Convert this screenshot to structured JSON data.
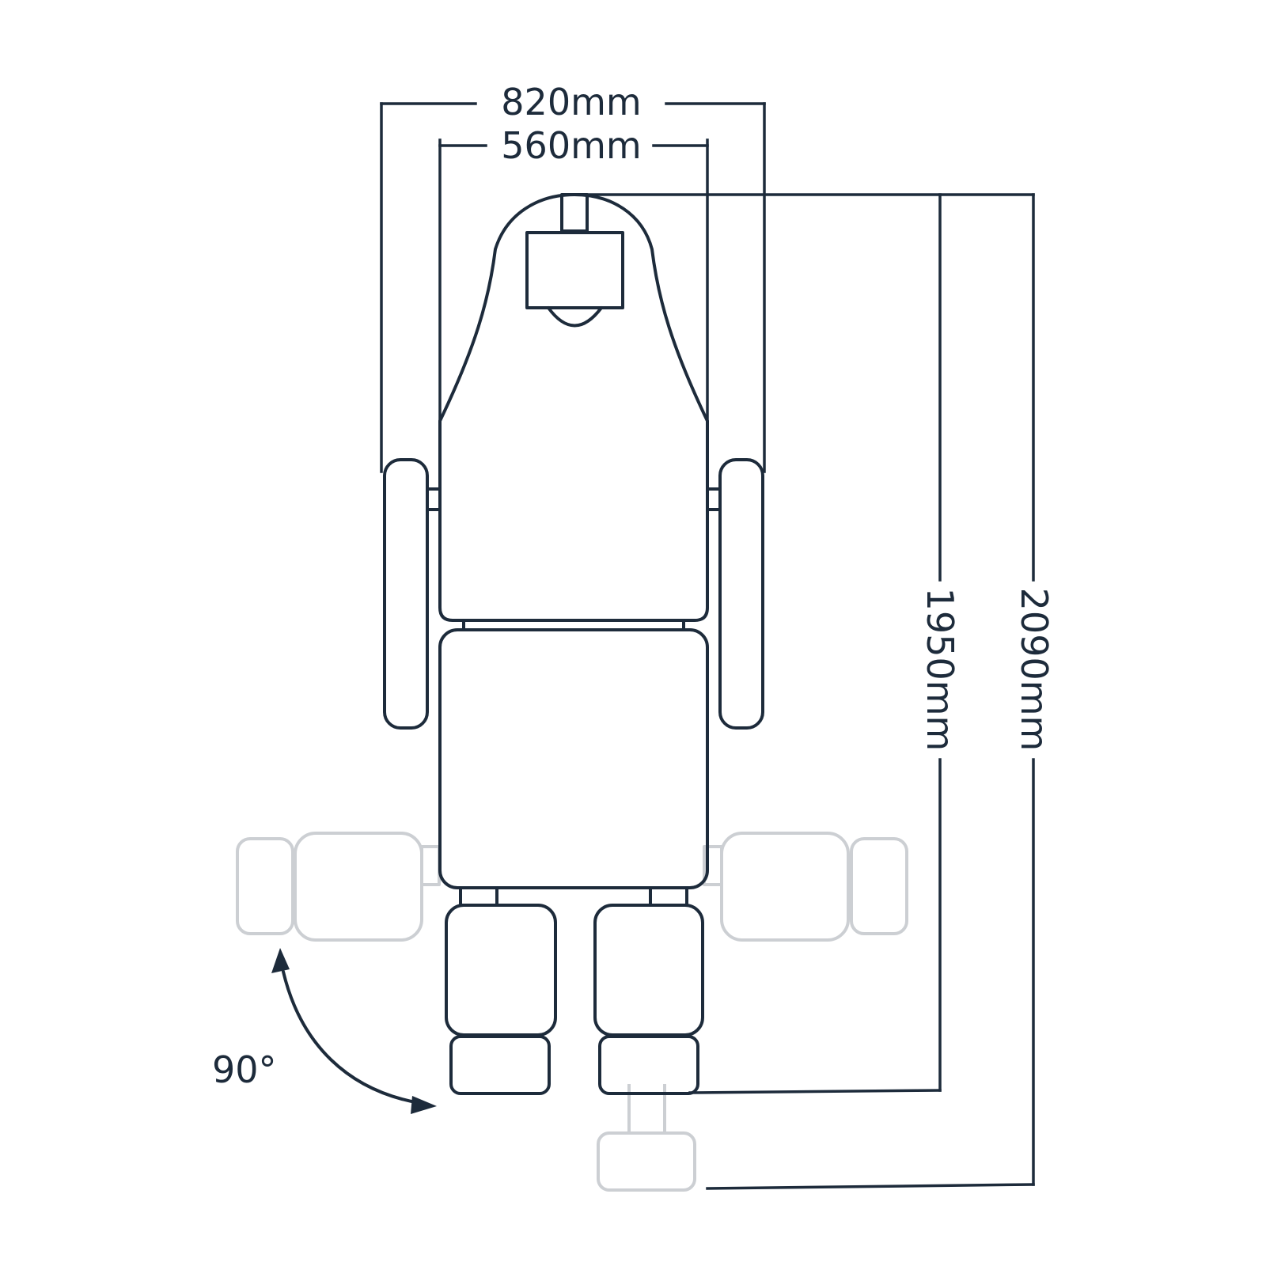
{
  "dimensions": {
    "overall_width": "820mm",
    "seat_width": "560mm",
    "length_seated": "1950mm",
    "length_extended": "2090mm"
  },
  "rotation": {
    "angle": "90°"
  },
  "colors": {
    "line": "#1d2b3b",
    "ghost": "#cccfd3",
    "background": "#ffffff"
  }
}
